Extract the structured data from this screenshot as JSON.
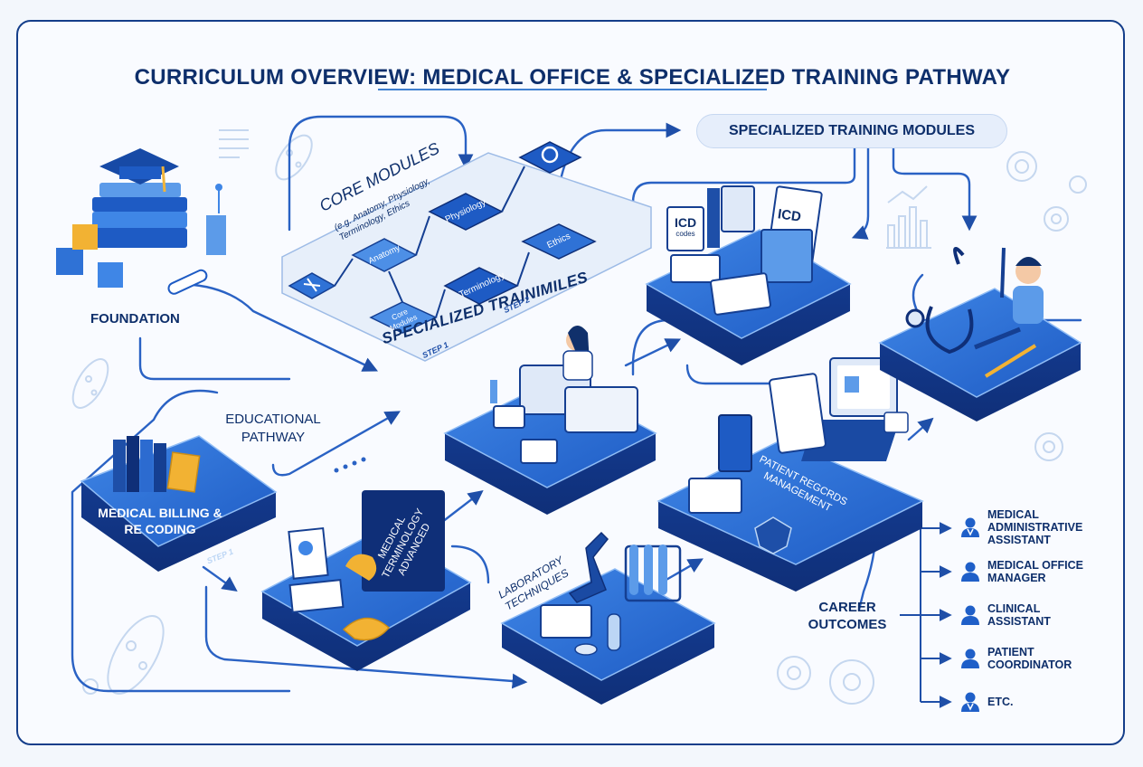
{
  "title": "CURRICULUM OVERVIEW: MEDICAL OFFICE & SPECIALIZED TRAINING PATHWAY",
  "labels": {
    "foundation": "FOUNDATION",
    "educational_pathway": "EDUCATIONAL PATHWAY",
    "specialized_training_modules": "SPECIALIZED TRAINING MODULES",
    "specialized_trainimiles": "SPECIALIZED TRAINIMILES",
    "career_outcomes": "CAREER OUTCOMES"
  },
  "core_modules": {
    "heading": "CORE MODULES",
    "subheading": "(e.g. Anatomy, Physiology, Terminology, Ethics",
    "nodes": [
      "Anatomy",
      "Physiology",
      "Terminology",
      "Ethics",
      "Core Modules"
    ],
    "steps": [
      "STEP 1",
      "STEP 2"
    ]
  },
  "platforms": {
    "medical_billing": "MEDICAL BILLING & RE CODING",
    "medical_billing_step": "STEP 1",
    "medical_terminology": "MEDICAL TERMINOLOGY ADVANCED",
    "laboratory": "LABORATORY TECHNIQUES",
    "patient_records": "PATIENT REGCRDS MANAGEMENT",
    "icd_card_1": "ICD",
    "icd_card_1_sub": "codes",
    "icd_card_2": "ICD"
  },
  "career_outcomes": [
    {
      "label": "MEDICAL ADMINISTRATIVE ASSISTANT",
      "icon": "doctor-person-icon"
    },
    {
      "label": "MEDICAL OFFICE MANAGER",
      "icon": "person-icon"
    },
    {
      "label": "CLINICAL ASSISTANT",
      "icon": "person-icon"
    },
    {
      "label": "PATIENT COORDINATOR",
      "icon": "person-icon"
    },
    {
      "label": "ETC.",
      "icon": "doctor-person-icon"
    }
  ],
  "colors": {
    "navy": "#0e2f6b",
    "blue": "#1f5fc8",
    "light_blue": "#bcd6f5",
    "connector": "#2a62c4",
    "background": "#f9fbff"
  }
}
